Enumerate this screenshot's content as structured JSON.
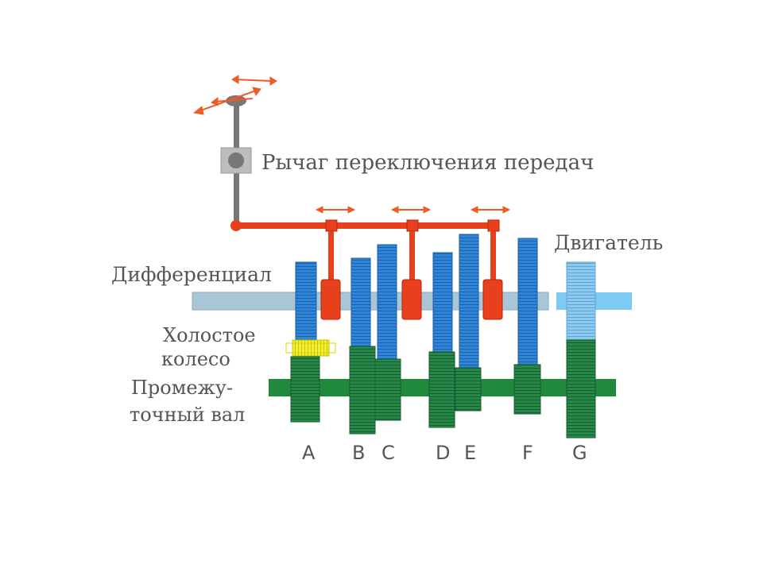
{
  "labels": {
    "shift_lever": "Рычаг переключения передач",
    "engine": "Двигатель",
    "differential": "Дифференциал",
    "idler_line1": "Холостое",
    "idler_line2": "колесо",
    "countershaft_line1": "Промежу-",
    "countershaft_line2": "точный вал"
  },
  "gear_letters": [
    "A",
    "B",
    "C",
    "D",
    "E",
    "F",
    "G"
  ],
  "colors": {
    "background": "#ffffff",
    "text": "#555555",
    "shift_mechanism": "#e8401c",
    "shift_arrows": "#f05a28",
    "output_shaft": "#a9c6d6",
    "input_shaft": "#7ecbf2",
    "countershaft": "#1f8a3c",
    "main_gear_blue": "#2f86d8",
    "main_gear_light": "#8fc8ee",
    "counter_gear_green": "#27884a",
    "idler_gear": "#f2ee33",
    "lever_grey": "#777777"
  },
  "icons": [
    "double-arrow-icon",
    "selector-fork-icon",
    "gear-icon",
    "lever-knob-icon"
  ]
}
